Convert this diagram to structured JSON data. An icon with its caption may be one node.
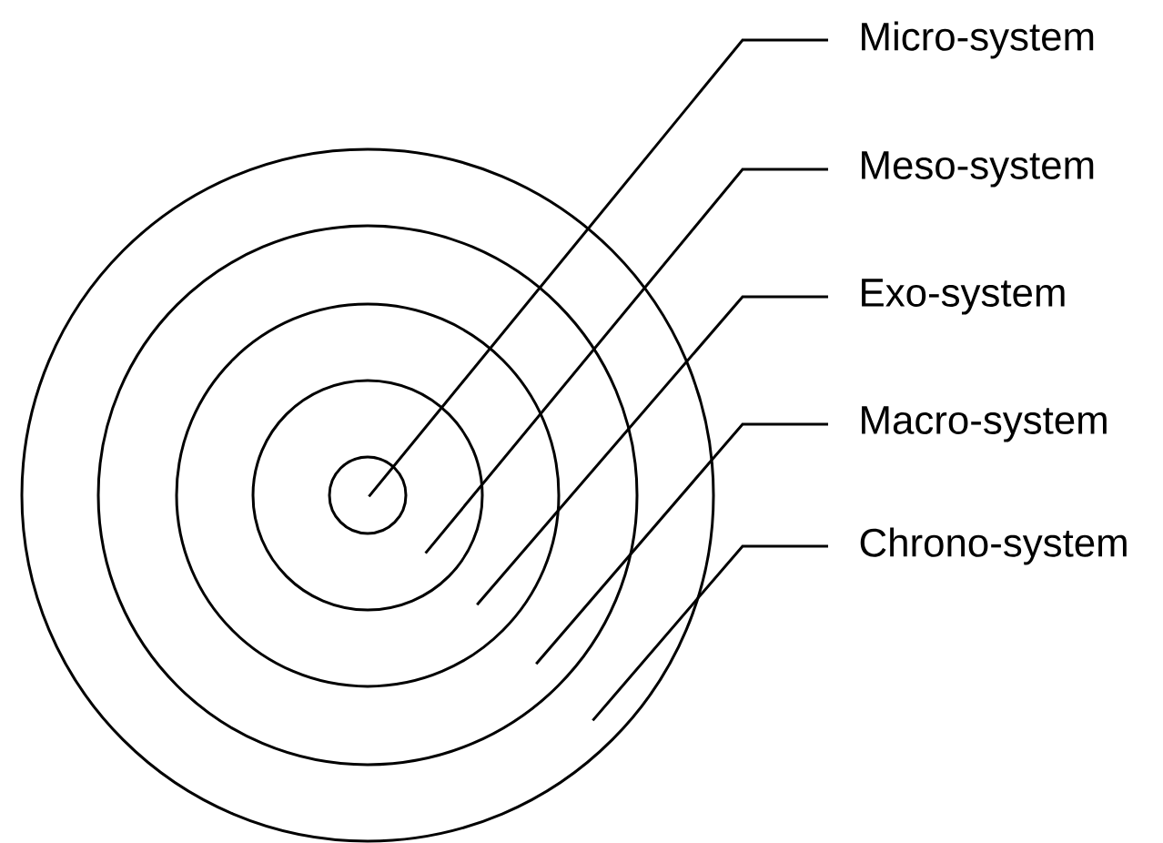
{
  "diagram": {
    "nodes": [
      {
        "text": [
          "Micro-system"
        ]
      },
      {
        "text": [
          "Meso-system"
        ]
      },
      {
        "text": [
          "Exo-system"
        ]
      },
      {
        "text": [
          "Macro-system"
        ]
      },
      {
        "text": [
          "Chrono-system"
        ]
      },
      {
        "text": [],
        "shape": "circle"
      },
      {
        "text": [],
        "shape": "circle",
        "in": 5
      },
      {
        "text": [],
        "shape": "circle",
        "in": 6
      },
      {
        "text": [],
        "shape": "circle",
        "in": 7
      },
      {
        "text": [],
        "shape": "circle",
        "in": 8
      }
    ],
    "edges": [
      {
        "from": 0,
        "to": 9,
        "arrow": "none"
      },
      {
        "from": 1,
        "to": 8,
        "arrow": "none"
      },
      {
        "from": 2,
        "to": 7,
        "arrow": "none"
      },
      {
        "from": 3,
        "to": 6,
        "arrow": "none"
      },
      {
        "from": 4,
        "to": 5,
        "arrow": "none"
      }
    ]
  }
}
